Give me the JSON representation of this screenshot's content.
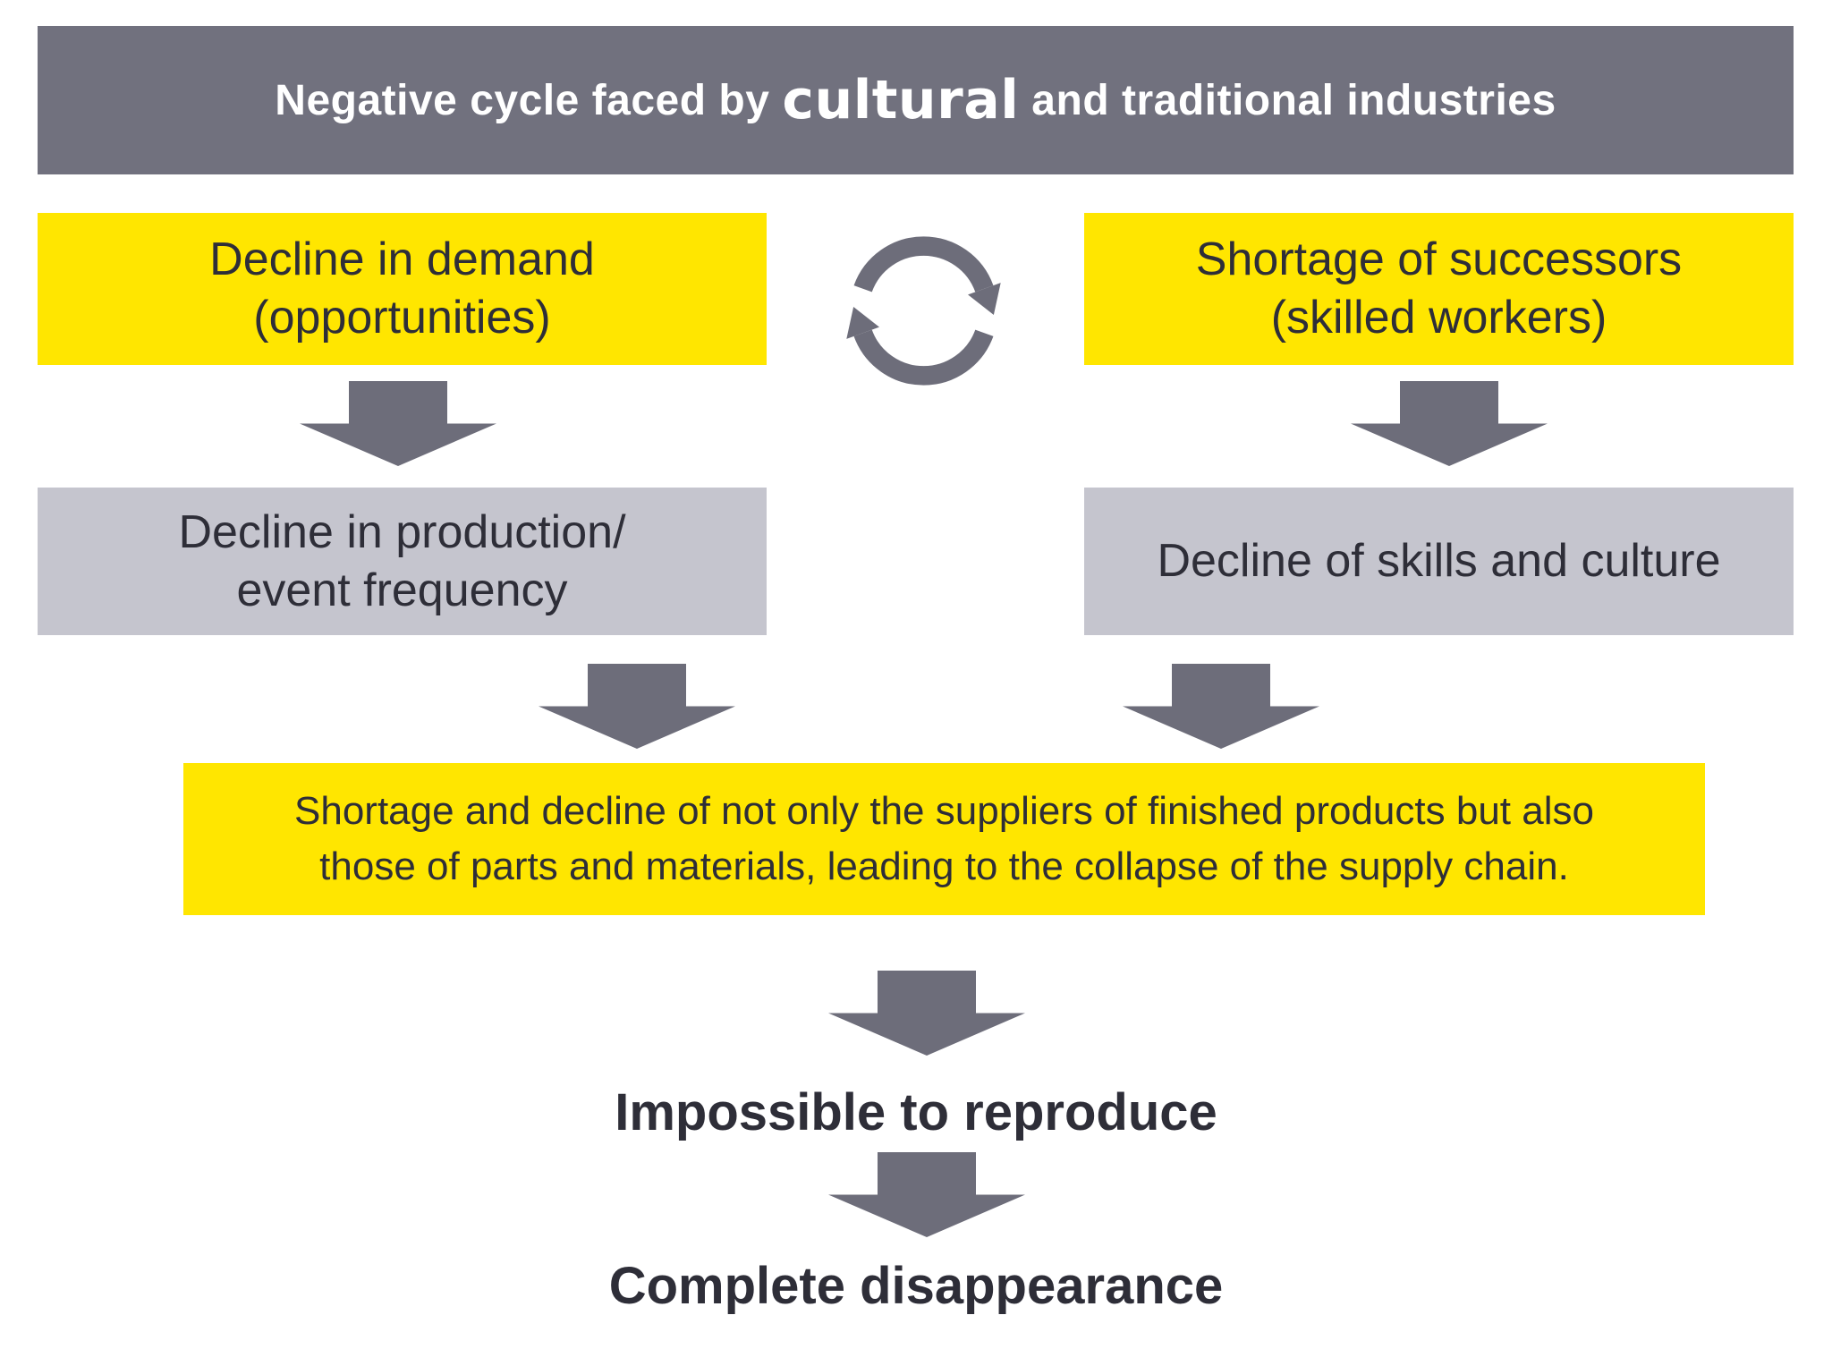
{
  "banner": {
    "text_prefix": "Negative cycle faced by",
    "text_emphasis": "cultural",
    "text_suffix": "and traditional industries"
  },
  "boxes": {
    "demand": {
      "text": "Decline in demand\n(opportunities)"
    },
    "successors": {
      "text": "Shortage of successors\n(skilled workers)"
    },
    "production": {
      "text": "Decline in production/\nevent frequency"
    },
    "skills": {
      "text": "Decline of skills and culture"
    },
    "supply_chain": {
      "text": "Shortage and decline of not only the suppliers of finished products but also\nthose of parts and materials, leading to the collapse of the supply chain."
    }
  },
  "outcomes": {
    "reproduce": "Impossible to reproduce",
    "disappearance": "Complete disappearance"
  },
  "icons": {
    "cycle": "cycle-arrows-icon",
    "down_arrow": "down-arrow-icon"
  },
  "colors": {
    "accent_yellow": "#ffe600",
    "banner_gray": "#71717e",
    "box_gray": "#c5c5ce",
    "arrow_gray": "#6d6d7a",
    "text_dark": "#2e2e38",
    "title_text": "#ffffff",
    "background": "#ffffff"
  }
}
